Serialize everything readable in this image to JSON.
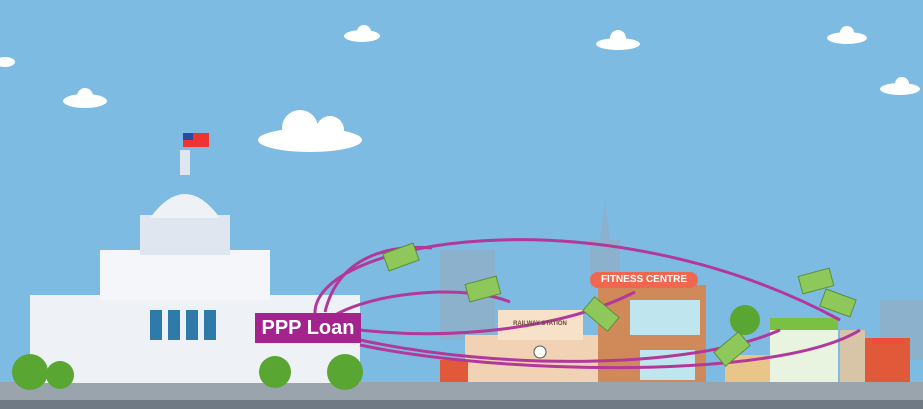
{
  "loan_label": "PPP Loan",
  "buildings": {
    "fitness": "FITNESS CENTRE",
    "railway": "RAILWAY STATION"
  },
  "colors": {
    "sky": "#7dbbe2",
    "arrow": "#b2399a",
    "money": "#8fc85a",
    "ground": "#9aa4ad"
  }
}
